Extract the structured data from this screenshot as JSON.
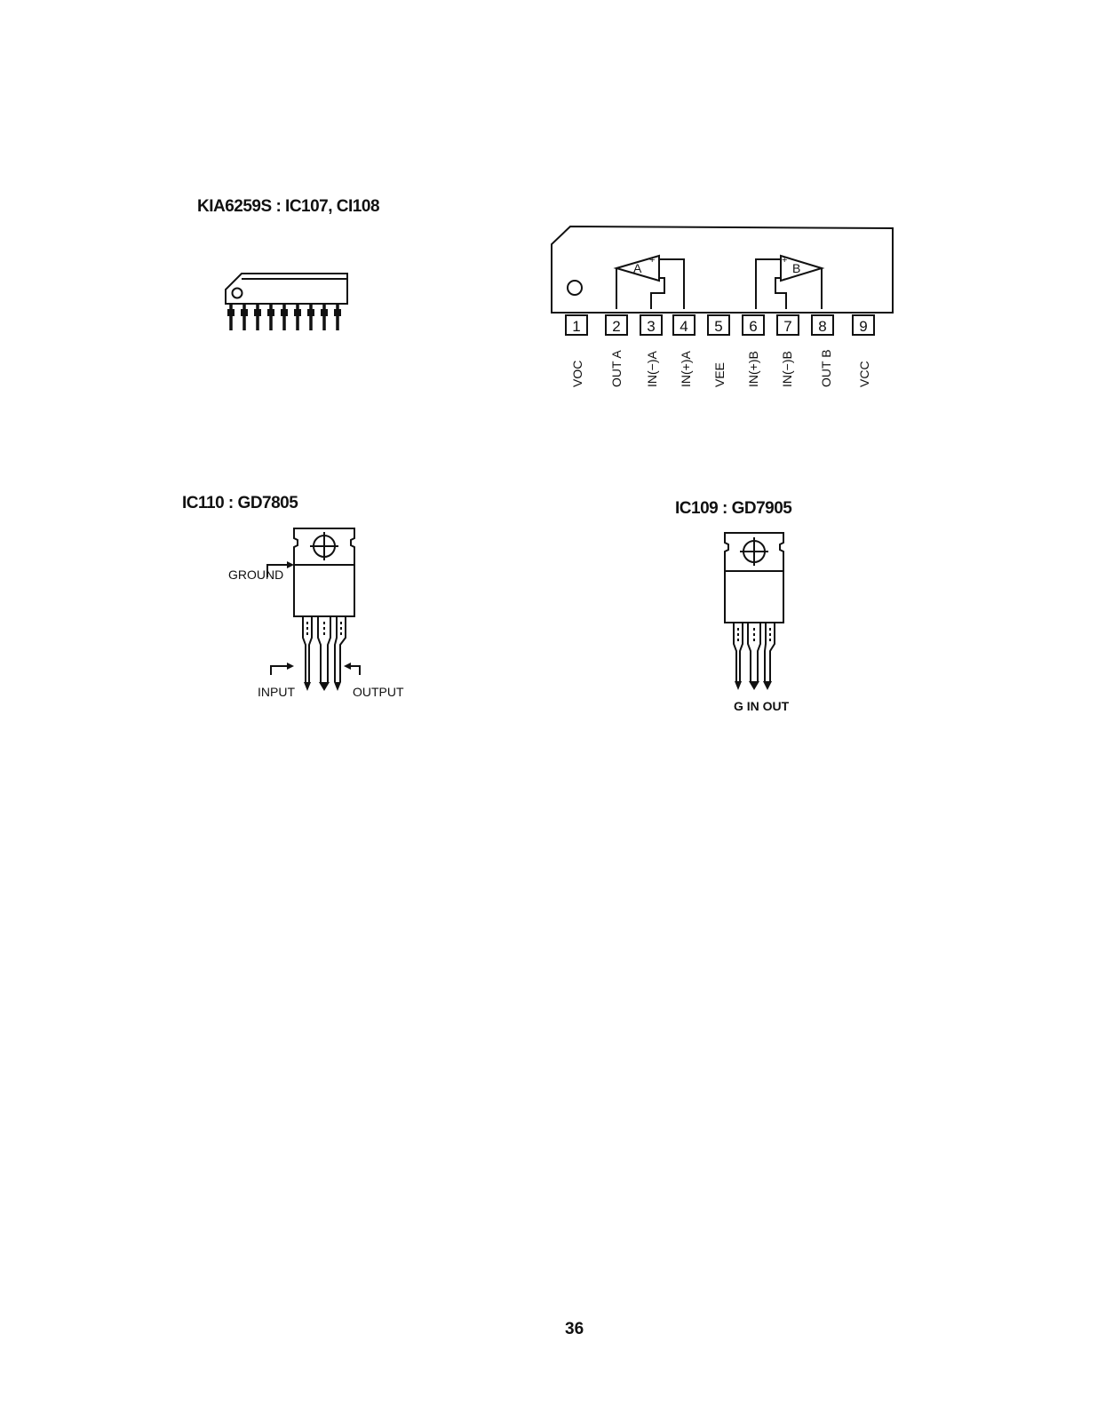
{
  "titles": {
    "kia": "KIA6259S : IC107, CI108",
    "ic110": "IC110 : GD7805",
    "ic109": "IC109 : GD7905"
  },
  "kia_diagram": {
    "op_a": {
      "letter": "A",
      "plus": "+",
      "minus": "-"
    },
    "op_b": {
      "letter": "B",
      "plus": "+",
      "minus": "-"
    },
    "pins": [
      {
        "num": "1",
        "label": "VOC"
      },
      {
        "num": "2",
        "label": "OUT A"
      },
      {
        "num": "3",
        "label": "IN(−)A"
      },
      {
        "num": "4",
        "label": "IN(+)A"
      },
      {
        "num": "5",
        "label": "VEE"
      },
      {
        "num": "6",
        "label": "IN(+)B"
      },
      {
        "num": "7",
        "label": "IN(−)B"
      },
      {
        "num": "8",
        "label": "OUT B"
      },
      {
        "num": "9",
        "label": "VCC"
      }
    ]
  },
  "ic110": {
    "ground": "GROUND",
    "input": "INPUT",
    "output": "OUTPUT"
  },
  "ic109": {
    "pins": "G IN OUT"
  },
  "page_number": "36"
}
